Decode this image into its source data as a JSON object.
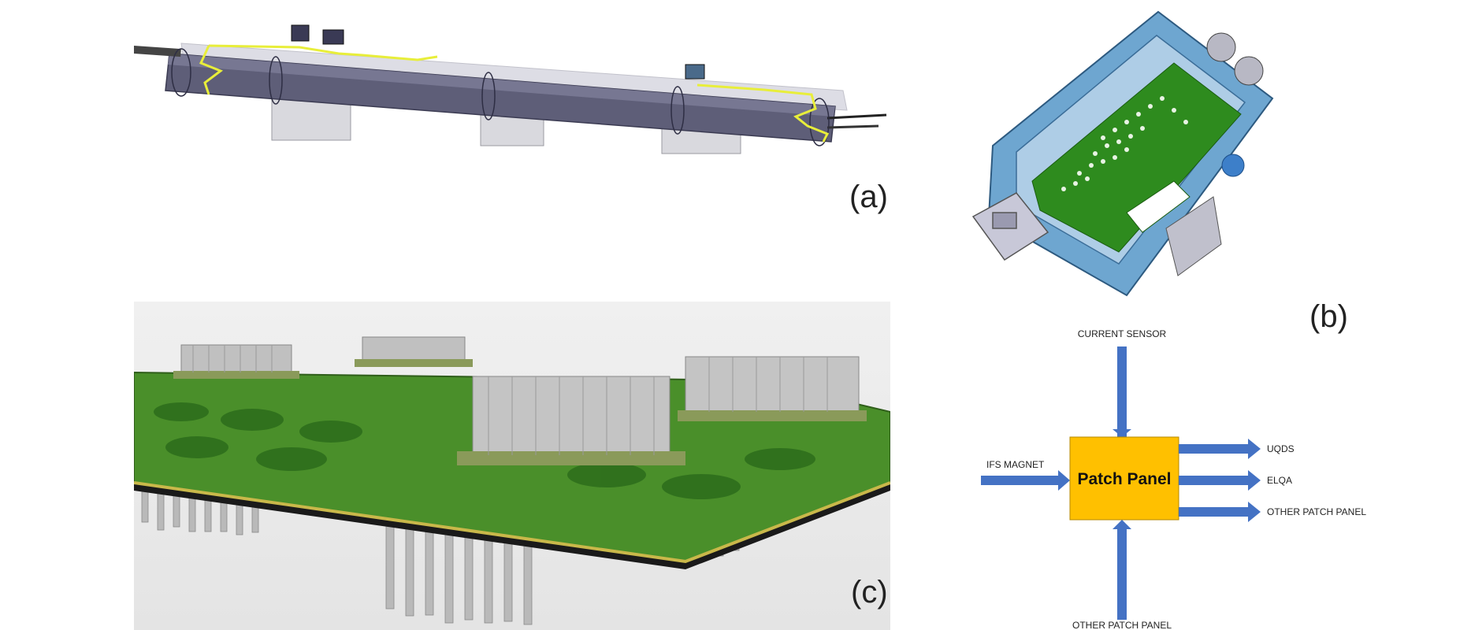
{
  "panels": {
    "a": {
      "label": "(a)"
    },
    "b": {
      "label": "(b)"
    },
    "c": {
      "label": "(c)"
    }
  },
  "diagram": {
    "center_box": "Patch Panel",
    "top_input": "CURRENT SENSOR",
    "left_input": "IFS MAGNET",
    "bottom_input": "OTHER PATCH PANEL",
    "outputs": [
      "UQDS",
      "ELQA",
      "OTHER PATCH PANEL"
    ]
  },
  "colors": {
    "arrow": "#4472c4",
    "box_fill": "#ffc000",
    "cryostat_body": "#5e5e78",
    "cable_highlight": "#e8ee3a",
    "enclosure": "#6ea6d0",
    "pcb_green": "#2e8b1e",
    "pcb_board": "#4a8f2a"
  },
  "icons": [
    "cryostat-render",
    "enclosure-render",
    "pcb-render"
  ]
}
